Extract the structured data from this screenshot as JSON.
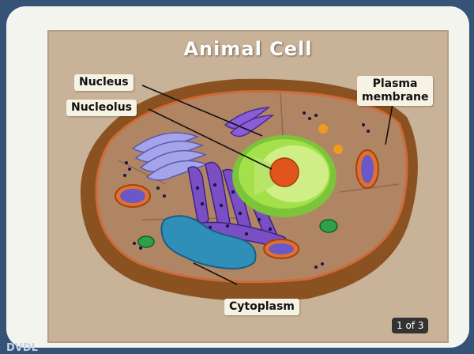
{
  "title": "Animal Cell",
  "labels": {
    "nucleus": "Nucleus",
    "nucleolus": "Nucleolus",
    "plasma_membrane": "Plasma membrane",
    "cytoplasm": "Cytoplasm"
  },
  "badge": "1 of 3",
  "watermark": "DVDL",
  "colors": {
    "background": "#355277",
    "panel": "#c8b298",
    "cell_outer": "#8a5220",
    "cytoplasm": "#b08563",
    "nucleus_envelope": "#a3e04a",
    "nucleolus": "#e0561a",
    "endoplasmic_reticulum": "#7a4fc4",
    "mitochondria": "#e07030",
    "vacuole": "#2f8fb8"
  }
}
